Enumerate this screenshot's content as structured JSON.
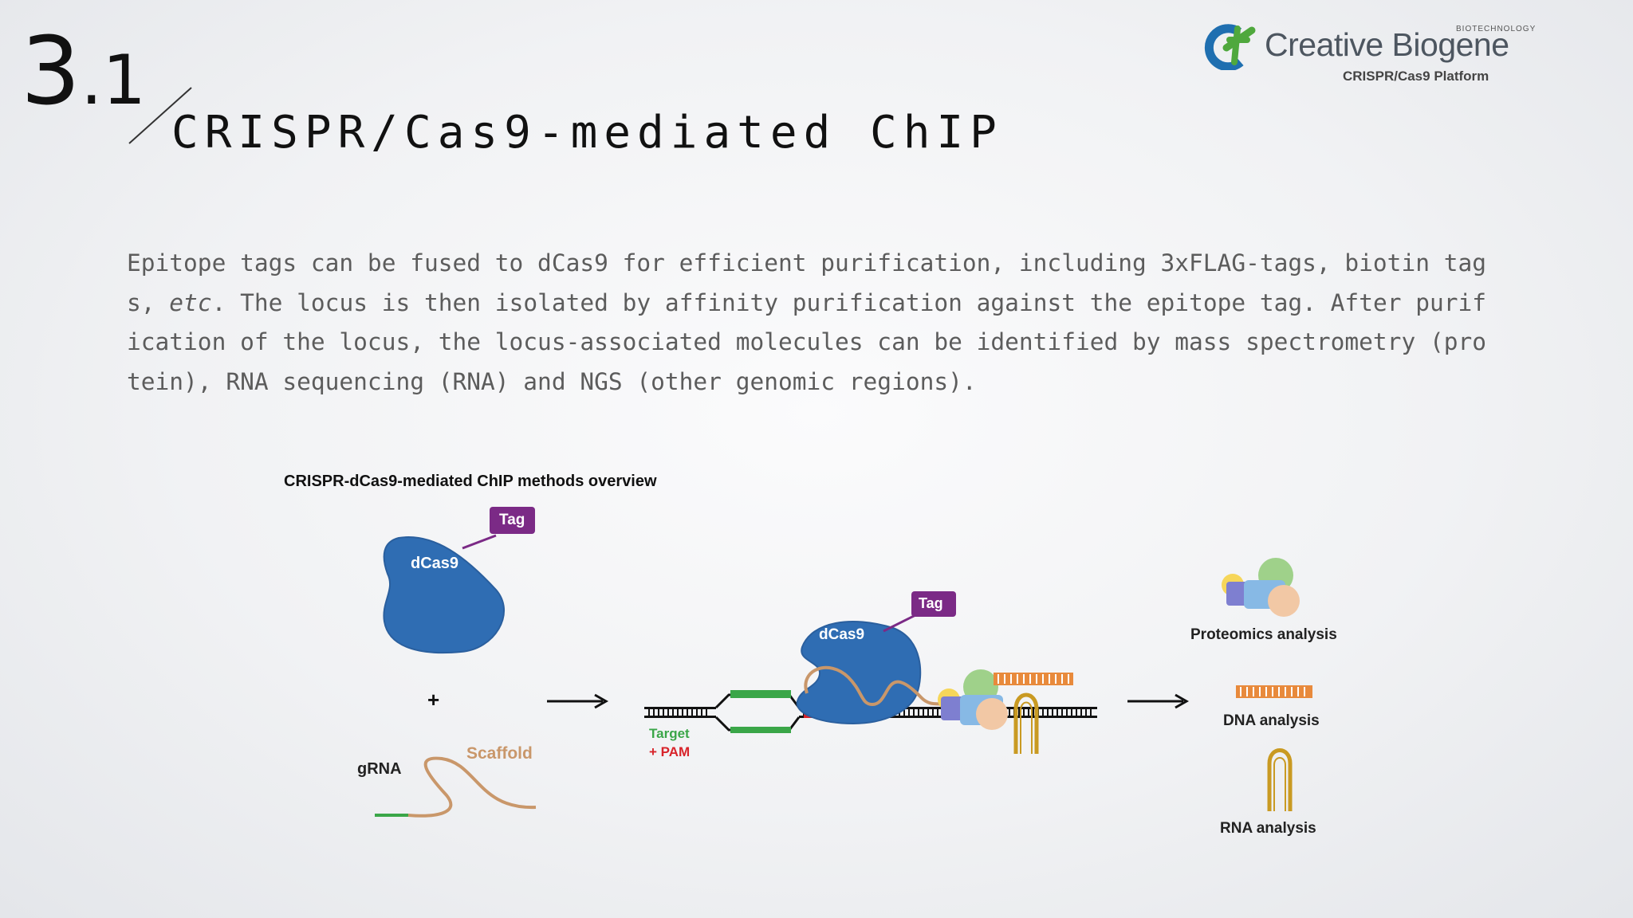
{
  "slide": {
    "number_major": "3",
    "number_minor": ".1",
    "title": "CRISPR/Cas9-mediated ChIP"
  },
  "logo": {
    "brand": "Creative Biogene",
    "tagline_small": "BIOTECHNOLOGY",
    "platform": "CRISPR/Cas9 Platform"
  },
  "body": {
    "part1": "Epitope tags can be fused to dCas9 for efficient purification, including 3xFLAG-tags, biotin tags, ",
    "italic": "etc",
    "part2": ". The locus is then isolated by affinity purification against the epitope tag. After purification of the locus, the locus-associated molecules can be identified by mass spectrometry (protein), RNA sequencing (RNA) and NGS (other genomic regions)."
  },
  "figure": {
    "title": "CRISPR-dCas9-mediated ChIP methods overview",
    "tag_label": "Tag",
    "dcas9_label": "dCas9",
    "plus": "+",
    "grna_label": "gRNA",
    "scaffold_label": "Scaffold",
    "target_label": "Target",
    "pam_label": "+ PAM",
    "tag2_label": "Tag",
    "dcas9_label2": "dCas9",
    "proteomics_label": "Proteomics analysis",
    "dna_label": "DNA analysis",
    "rna_label": "RNA analysis"
  },
  "colors": {
    "dcas9_blue": "#2f6db3",
    "tag_purple": "#7b2a86",
    "scaffold_tan": "#c9976a",
    "target_green": "#3aa648",
    "pam_red": "#d8232a",
    "dna_orange": "#e88a3c",
    "rna_gold": "#c99a22",
    "logo_blue": "#1f6fb0",
    "logo_green": "#4fa83d"
  },
  "icons": {
    "arrow": "right-arrow-icon",
    "protein": "protein-cluster-icon",
    "dna": "dna-fragment-icon",
    "rna": "rna-hairpin-icon"
  }
}
